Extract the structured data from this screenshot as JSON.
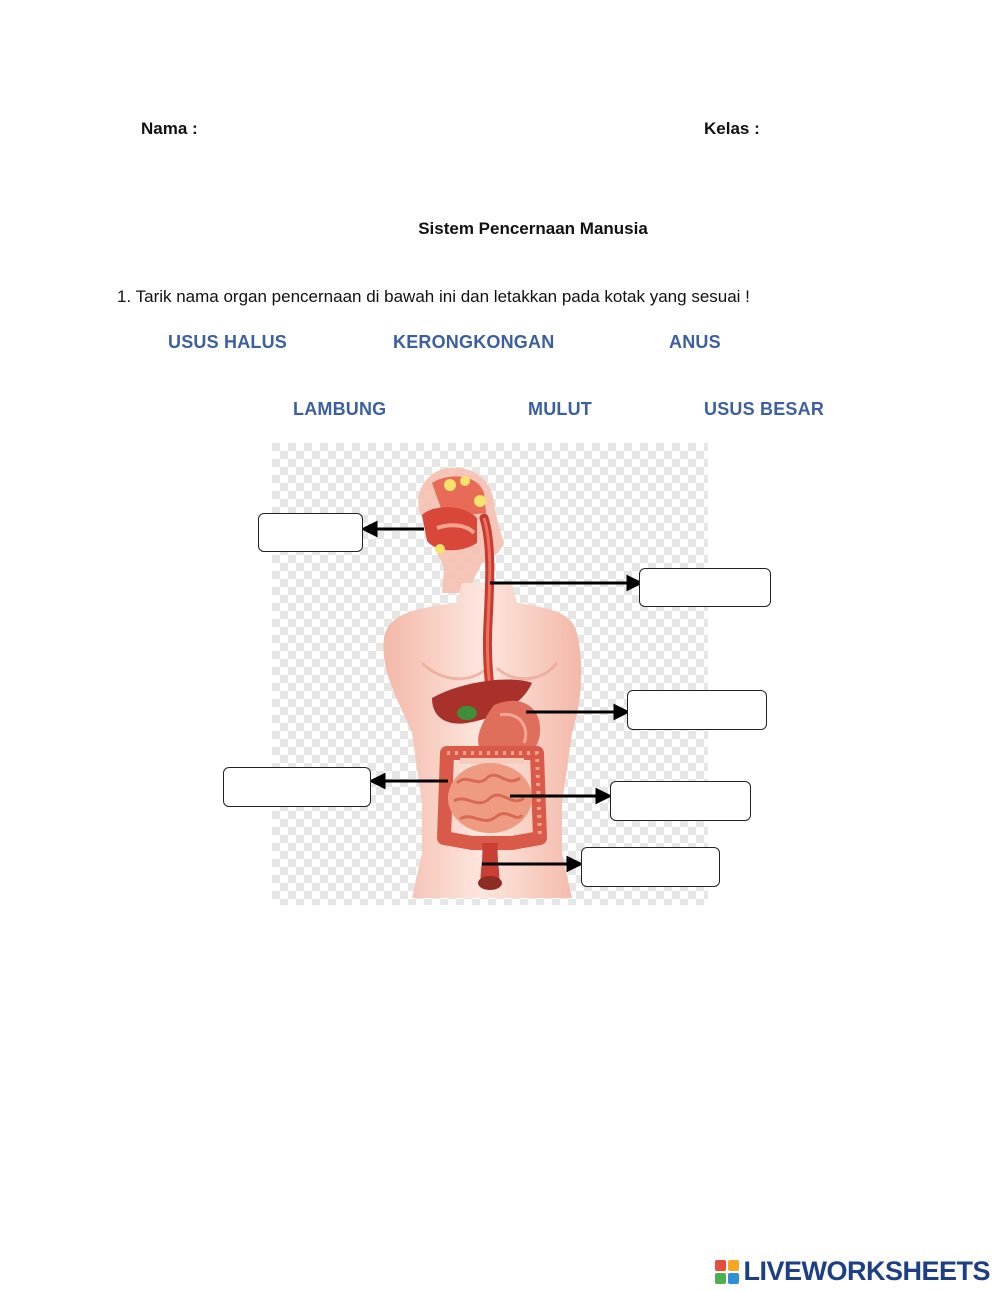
{
  "header": {
    "name_label": "Nama :",
    "class_label": "Kelas :"
  },
  "title": "Sistem Pencernaan Manusia",
  "question": {
    "number": "1.",
    "text": "Tarik nama organ pencernaan di bawah ini dan letakkan pada kotak yang sesuai !"
  },
  "word_bank": {
    "row1": [
      "USUS HALUS",
      "KERONGKONGAN",
      "ANUS"
    ],
    "row2": [
      "LAMBUNG",
      "MULUT",
      "USUS BESAR"
    ],
    "color": "#3b5fa0"
  },
  "drop_boxes": {
    "count": 6,
    "values": [
      "",
      "",
      "",
      "",
      "",
      ""
    ]
  },
  "brand": {
    "text": "LIVEWORKSHEETS",
    "color": "#1c3f86"
  }
}
